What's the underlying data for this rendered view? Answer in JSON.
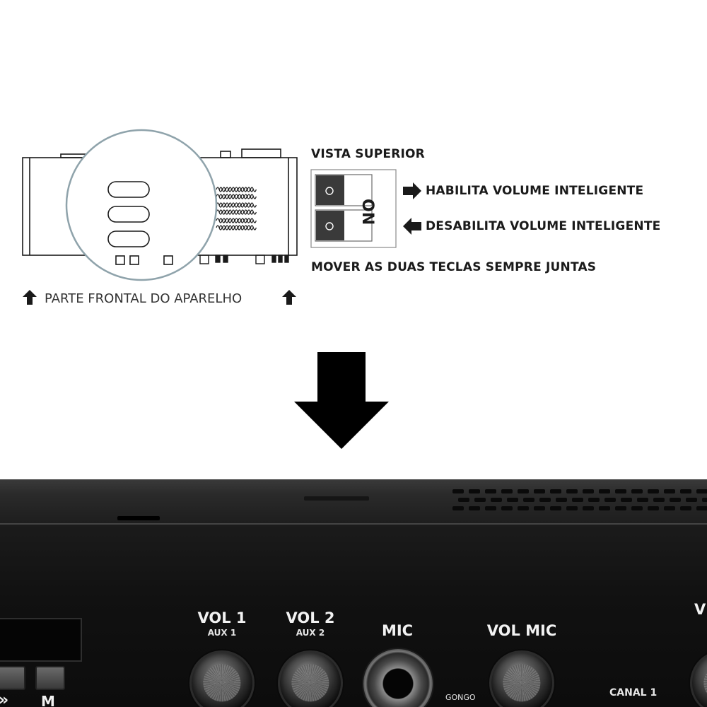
{
  "diagram": {
    "view_label": "VISTA SUPERIOR",
    "switch_on_label": "ON",
    "enable_label": "HABILITA VOLUME INTELIGENTE",
    "disable_label": "DESABILITA VOLUME INTELIGENTE",
    "instruction": "MOVER AS DUAS TECLAS SEMPRE JUNTAS",
    "front_label": "PARTE FRONTAL DO APARELHO"
  },
  "panel": {
    "vol1_label": "VOL 1",
    "vol1_sub": "AUX 1",
    "vol2_label": "VOL 2",
    "vol2_sub": "AUX 2",
    "mic_label": "MIC",
    "volmic_label": "VOL MIC",
    "gongo_label": "GONGO",
    "canal1_label": "CANAL 1",
    "partial_label": "V",
    "mode_button_label": "M",
    "ff_glyph": "»"
  },
  "colors": {
    "magnifier_ring": "#8fa3ab",
    "diagram_ink": "#1a1a1a",
    "device_body": "#111111",
    "panel_text": "#f2f2f2"
  }
}
